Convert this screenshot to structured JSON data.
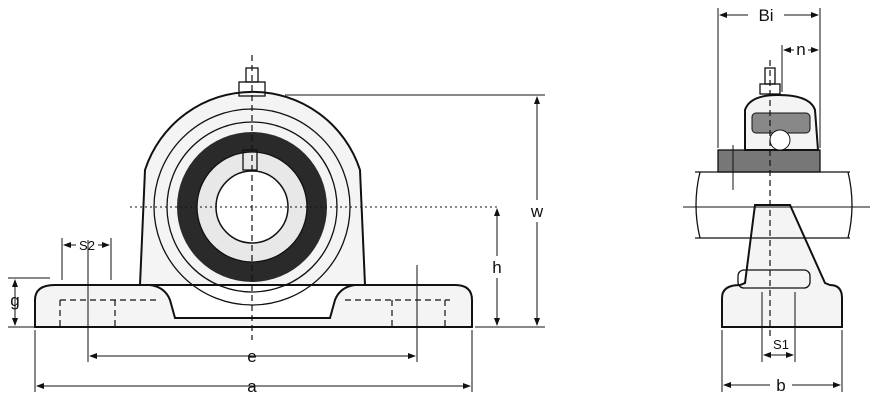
{
  "labels": {
    "a": "a",
    "e": "e",
    "g": "g",
    "s2": "S2",
    "h": "h",
    "w": "w",
    "bi": "Bi",
    "n": "n",
    "b": "b",
    "s1": "S1"
  }
}
